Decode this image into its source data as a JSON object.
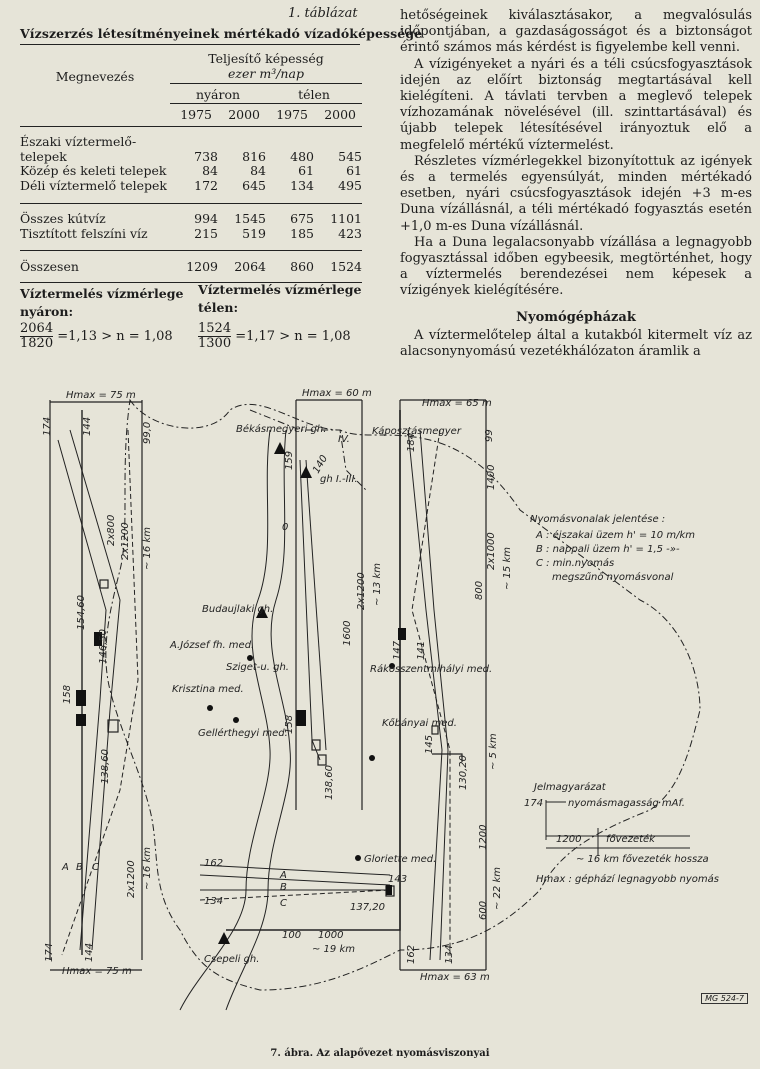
{
  "table": {
    "caption": "1. táblázat",
    "title": "Vízszerzés létesítményeinek mértékadó vízadóképessége",
    "col_megnevezes": "Megnevezés",
    "col_capacity": "Teljesítő képesség",
    "col_unit": "ezer m³/nap",
    "col_summer": "nyáron",
    "col_winter": "télen",
    "years": [
      "1975",
      "2000",
      "1975",
      "2000"
    ],
    "rows": [
      {
        "name": "Északi víztermelő-",
        "name2": "telepek",
        "values": [
          "738",
          "816",
          "480",
          "545"
        ]
      },
      {
        "name": "Közép és keleti telepek",
        "values": [
          "84",
          "84",
          "61",
          "61"
        ]
      },
      {
        "name": "Déli víztermelő telepek",
        "values": [
          "172",
          "645",
          "134",
          "495"
        ]
      },
      {
        "name": "Összes kútvíz",
        "values": [
          "994",
          "1545",
          "675",
          "1101"
        ]
      },
      {
        "name": "Tisztított felszíni víz",
        "values": [
          "215",
          "519",
          "185",
          "423"
        ]
      },
      {
        "name": "Összesen",
        "values": [
          "1209",
          "2064",
          "860",
          "1524"
        ]
      }
    ]
  },
  "balance": {
    "summer_label1": "Víztermelés vízmérlege",
    "summer_label2": "nyáron:",
    "summer_num": "2064",
    "summer_den": "1820",
    "summer_rest": "=1,13 > n = 1,08",
    "winter_label1": "Víztermelés vízmérlege",
    "winter_label2": "télen:",
    "winter_num": "1524",
    "winter_den": "1300",
    "winter_rest": "=1,17 > n = 1,08"
  },
  "text": {
    "p1": "hetőségeinek kiválasztásakor, a megvalósulás időpontjában, a gazdaságosságot és a biztonságot érintő számos más kérdést is figyelembe kell venni.",
    "p2": "A vízigényeket a nyári és a téli csúcsfogyasztások idején az előírt biztonság megtartásával kell kielégíteni. A távlati tervben a meglevő telepek vízhozamának növelésével (ill. szinttartásával) és újabb telepek létesítésével irányoztuk elő a megfelelő mértékű víztermelést.",
    "p3": "Részletes vízmérlegekkel bizonyítottuk az igények és a termelés egyensúlyát, minden mértékadó esetben, nyári csúcsfogyasztások idején +3 m-es Duna vízállásnál, a téli mértékadó fogyasztás esetén +1,0 m-es Duna vízállásnál.",
    "p4": "Ha a Duna legalacsonyabb vízállása a legnagyobb fogyasztással időben egybeesik, megtörténhet, hogy a víztermelés berendezései nem képesek a vízigények kielégítésére.",
    "heading": "Nyomógépházak",
    "p5": "A víztermelőtelep által a kutakból kitermelt víz az alacsonynyomású vezetékhálózaton áramlik a"
  },
  "figure": {
    "caption": "7. ábra. Az alapővezet nyomásviszonyai",
    "stamp": "MG 524-7",
    "places": {
      "bekas": "Békásmegyeri gh.",
      "kaposztas": "Káposztásmegyer",
      "roman_iv": "IV.",
      "gh_i_iii": "gh I.-III.",
      "budauj": "Budaujlaki gh.",
      "jozsef": "A.József fh. med.",
      "sziget": "Sziget-u. gh.",
      "krisztina": "Krisztina med.",
      "gellert": "Gellérthegyi med.",
      "rakos": "Rákosszentmihályi med.",
      "kobanya": "Kőbányai med.",
      "gloriette": "Gloriette med.",
      "csepeli": "Csepeli gh."
    },
    "hmax": {
      "left_top": "Hmax = 75 m",
      "mid_top": "Hmax = 60 m",
      "right_top": "Hmax = 65 m",
      "left_bottom": "Hmax = 75 m",
      "right_bottom": "Hmax = 63 m"
    },
    "numbers": {
      "n174a": "174",
      "n144a": "144",
      "n99a": "99,0",
      "n159": "159",
      "n140": "140",
      "n184": "184",
      "n99b": "99",
      "n15460": "154,60",
      "n14650": "146,50",
      "n158a": "158",
      "n13860a": "138,60",
      "n158b": "158",
      "n13860b": "138,60",
      "n147": "147",
      "n141": "141",
      "n145": "145",
      "n13020": "130,20",
      "n162a": "162",
      "n143": "143",
      "n13720": "137,20",
      "n134a": "134",
      "n100": "100",
      "n1000": "1000",
      "n174b": "174",
      "n144b": "144",
      "n162b": "162",
      "n134b": "134",
      "n0": "0"
    },
    "pipes": {
      "p2x800": "2x800",
      "p2x1200a": "2x1200",
      "p16km_a": "~ 16 km",
      "p1600": "1600",
      "p2x1200b": "2x1200",
      "p13km": "~ 13 km",
      "p800": "800",
      "p2x1000": "2x1000",
      "p1400": "1400",
      "p15km": "~ 15 km",
      "p5km": "~ 5 km",
      "p1200": "1200",
      "p600": "600",
      "p22km": "~ 22 km",
      "p2x1200c": "2x1200",
      "p16km_b": "~ 16 km",
      "p19km": "~ 19 km"
    },
    "abc": {
      "A": "A",
      "B": "B",
      "C": "C"
    },
    "legend_lines": {
      "title": "Nyomásvonalak jelentése :",
      "a": "A : éjszakai üzem h' = 10 m/km",
      "b": "B : nappali üzem h' = 1,5 -»-",
      "c": "C : min.nyomás",
      "d": "megszűnő nyomásvonal"
    },
    "legend_key": {
      "title": "Jelmagyarázat",
      "v174": "174",
      "l1": "nyomásmagasság mAf.",
      "v1200": "1200",
      "l2": "fővezeték",
      "l3": "~ 16 km fővezeték hossza",
      "l4": "Hmax : géphází legnagyobb nyomás"
    }
  }
}
